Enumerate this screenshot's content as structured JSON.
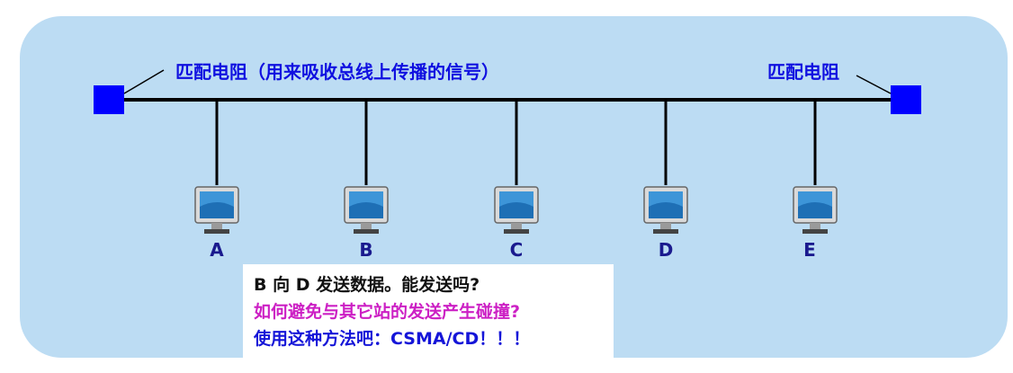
{
  "labels": {
    "left_terminator": "匹配电阻（用来吸收总线上传播的信号）",
    "right_terminator": "匹配电阻"
  },
  "nodes": [
    {
      "id": "A",
      "label": "A"
    },
    {
      "id": "B",
      "label": "B"
    },
    {
      "id": "C",
      "label": "C"
    },
    {
      "id": "D",
      "label": "D"
    },
    {
      "id": "E",
      "label": "E"
    }
  ],
  "note": {
    "line1": "B 向 D 发送数据。能发送吗?",
    "line2": "如何避免与其它站的发送产生碰撞?",
    "line3": "使用这种方法吧：CSMA/CD！！！"
  },
  "colors": {
    "background_panel": "#bcdcf3",
    "terminator": "#0000ff",
    "bus": "#000000",
    "label_blue": "#1010e0",
    "node_label": "#1a1a8e",
    "note_question": "#cc1fc4"
  }
}
